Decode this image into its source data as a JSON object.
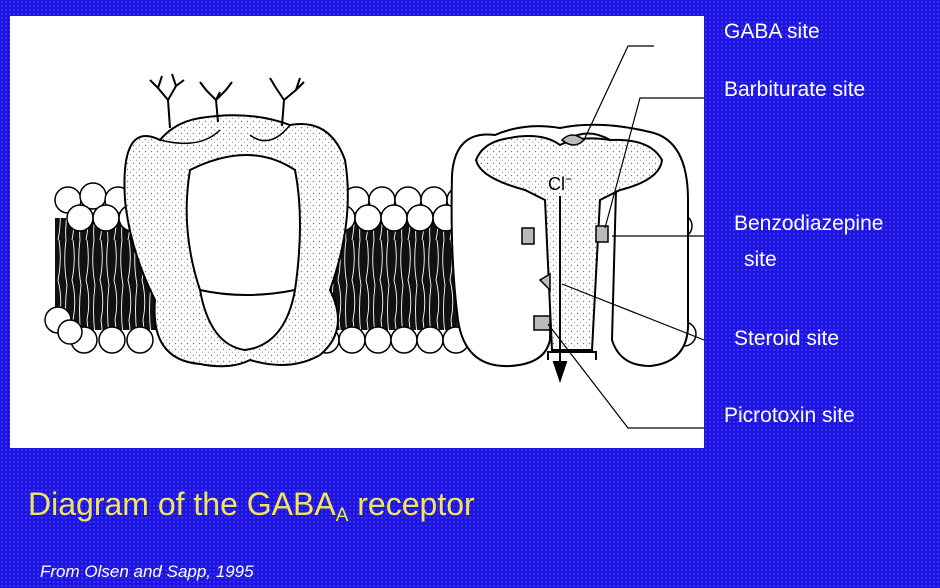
{
  "labels": {
    "gaba_site": "GABA site",
    "barbiturate_site": "Barbiturate site",
    "benzodiazepine_line1": "Benzodiazepine",
    "benzodiazepine_line2": "site",
    "steroid_site": "Steroid site",
    "picrotoxin_site": "Picrotoxin site",
    "ion": "Cl"
  },
  "title": {
    "main": "Diagram of the GABA",
    "subscript": "A",
    "suffix": " receptor"
  },
  "citation": "From Olsen and Sapp, 1995",
  "colors": {
    "background": "#1c14e0",
    "title": "#f2e55a",
    "label": "#ffffff",
    "panel": "#ffffff"
  }
}
